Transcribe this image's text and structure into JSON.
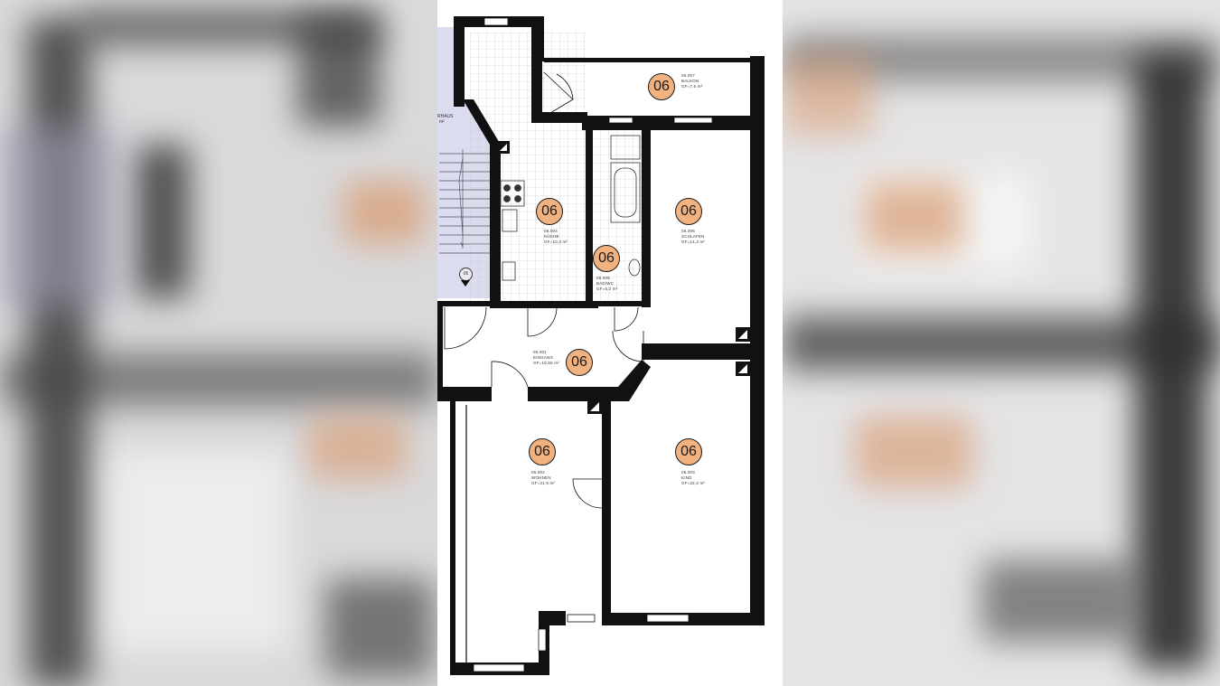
{
  "colors": {
    "badge": "#f1b27f",
    "wall": "#111111",
    "stair": "#dcdcf0",
    "tile": "#bfbfbf"
  },
  "rooms": [
    {
      "id": "balkon",
      "badge": "06",
      "code": "06.007",
      "name": "BALKON",
      "area": "GF=7,5 m²"
    },
    {
      "id": "kueche",
      "badge": "06",
      "code": "06.004",
      "name": "KÜCHE",
      "area": "GF=10,3 m²"
    },
    {
      "id": "bad",
      "badge": "06",
      "code": "06.005",
      "name": "BAD/WC",
      "area": "GF=6,2 m²"
    },
    {
      "id": "schlafen",
      "badge": "06",
      "code": "06.006",
      "name": "SCHLAFEN",
      "area": "GF=14,2 m²"
    },
    {
      "id": "eingang",
      "badge": "06",
      "code": "06.001",
      "name": "EINGANG",
      "area": "GF=10,60 m²"
    },
    {
      "id": "wohnen",
      "badge": "06",
      "code": "06.002",
      "name": "WOHNEN",
      "area": "GF=21,5 m²"
    },
    {
      "id": "kind",
      "badge": "06",
      "code": "06.003",
      "name": "KIND",
      "area": "GF=22,2 m²"
    }
  ],
  "stair": {
    "tag": "06",
    "label": "RHAUS",
    "area": "m²"
  }
}
